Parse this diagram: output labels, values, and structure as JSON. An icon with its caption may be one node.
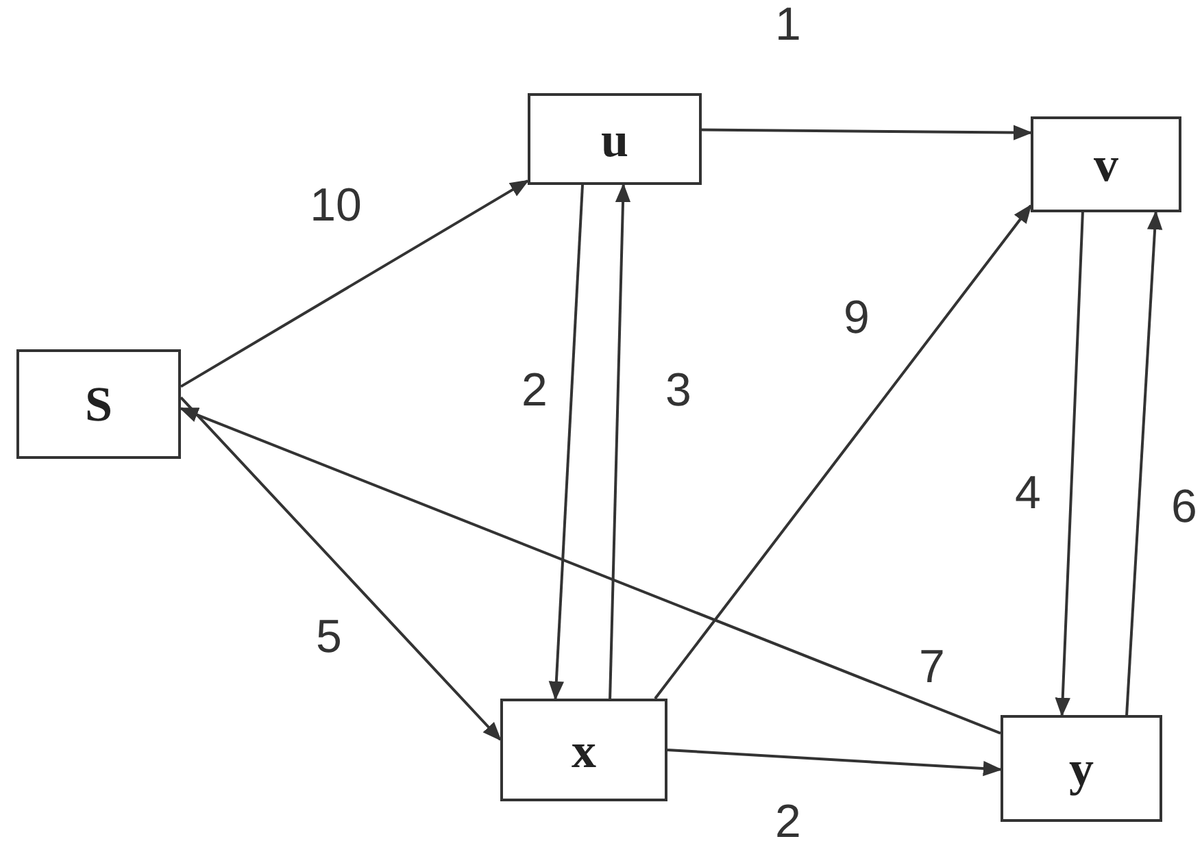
{
  "diagram": {
    "nodes": [
      {
        "text": [
          "S"
        ]
      },
      {
        "text": [
          "u"
        ]
      },
      {
        "text": [
          "v"
        ]
      },
      {
        "text": [
          "x"
        ]
      },
      {
        "text": [
          "y"
        ]
      }
    ],
    "edges": [
      {
        "from": 0,
        "to": 1,
        "arrow": "to",
        "label": "10"
      },
      {
        "from": 1,
        "to": 2,
        "arrow": "to",
        "label": "1"
      },
      {
        "from": 1,
        "to": 3,
        "arrow": "to",
        "label": "2"
      },
      {
        "from": 3,
        "to": 1,
        "arrow": "to",
        "label": "3"
      },
      {
        "from": 3,
        "to": 2,
        "arrow": "to",
        "label": "9"
      },
      {
        "from": 2,
        "to": 4,
        "arrow": "to",
        "label": "4"
      },
      {
        "from": 4,
        "to": 2,
        "arrow": "to",
        "label": "6"
      },
      {
        "from": 4,
        "to": 0,
        "arrow": "to",
        "label": "7"
      },
      {
        "from": 0,
        "to": 3,
        "arrow": "to",
        "label": "5"
      },
      {
        "from": 3,
        "to": 4,
        "arrow": "to",
        "label": "2"
      }
    ]
  }
}
